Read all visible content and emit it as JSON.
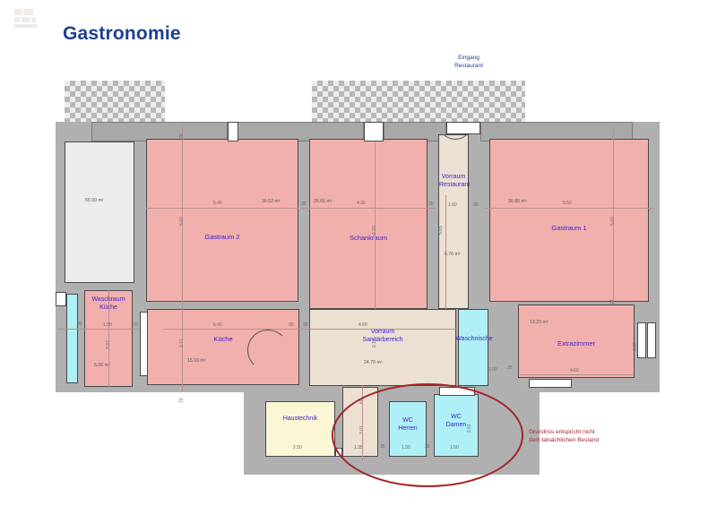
{
  "document": {
    "title": "Gastronomie",
    "logo_alt": "company-logo"
  },
  "plan": {
    "entrance_label_line1": "Eingang",
    "entrance_label_line2": "Restaurant",
    "disclaimer_line1": "Grundriss entspricht nicht",
    "disclaimer_line2": "dem tatsächlichen Bestand",
    "colors": {
      "title_blue": "#1f3f8f",
      "room_label_blue": "#3a1fd0",
      "pink_fill": "#f2b0ad",
      "cyan_fill": "#aef0f5",
      "yellow_fill": "#faf6d6",
      "beige_fill": "#ece0d2",
      "gray_fill": "#ececec",
      "wall_gray": "#b0b0b0",
      "annotation_red": "#a5252a"
    },
    "rooms": [
      {
        "id": "nebenraum",
        "name": "",
        "area": "55.00 m²",
        "fill": "gray"
      },
      {
        "id": "gastraum-2",
        "name": "Gastraum 2",
        "area": "30.52 m²",
        "fill": "pink"
      },
      {
        "id": "schankraum",
        "name": "Schankraum",
        "area": "26.66 m²",
        "fill": "pink"
      },
      {
        "id": "gastraum-1",
        "name": "Gastraum 1",
        "area": "30.80 m²",
        "fill": "pink"
      },
      {
        "id": "vorraum-restaurant",
        "name": "Vorraum\nRestaurant",
        "area": "8.76 m²",
        "fill": "beige"
      },
      {
        "id": "waschraum-kueche",
        "name": "Waschraum\nKüche",
        "area": "5.06 m²",
        "fill": "pink"
      },
      {
        "id": "kueche",
        "name": "Küche",
        "area": "15.10 m²",
        "fill": "pink"
      },
      {
        "id": "vorraum-sanitaer",
        "name": "Vorraum\nSanitärbereich",
        "area": "24.70 m²",
        "fill": "beige"
      },
      {
        "id": "waschnische",
        "name": "Waschnische",
        "area": "",
        "fill": "cyan"
      },
      {
        "id": "extrazimmer",
        "name": "Extrazimmer",
        "area": "13.20 m²",
        "fill": "pink"
      },
      {
        "id": "haustechnik",
        "name": "Haustechnik",
        "area": "",
        "fill": "yellow"
      },
      {
        "id": "wc-herren",
        "name": "WC\nHerren",
        "area": "",
        "fill": "cyan"
      },
      {
        "id": "wc-damen",
        "name": "WC\nDamen",
        "area": "",
        "fill": "cyan"
      }
    ],
    "room_names": {
      "nebenraum": "",
      "gastraum_2": "Gastraum 2",
      "schankraum": "Schankraum",
      "gastraum_1": "Gastraum 1",
      "vorraum_restaurant_1": "Vorraum",
      "vorraum_restaurant_2": "Restaurant",
      "waschraum_kueche_1": "Waschraum",
      "waschraum_kueche_2": "Küche",
      "kueche": "Küche",
      "vorraum_sanitaer_1": "Vorraum",
      "vorraum_sanitaer_2": "Sanitärbereich",
      "waschnische": "Waschnische",
      "extrazimmer": "Extrazimmer",
      "haustechnik": "Haustechnik",
      "wc_herren_1": "WC",
      "wc_herren_2": "Herren",
      "wc_damen_1": "WC",
      "wc_damen_2": "Damen"
    },
    "areas": {
      "nebenraum": "55.00 m²",
      "gastraum_2": "30.52 m²",
      "schankraum": "26.66 m²",
      "gastraum_1": "30.80 m²",
      "vorraum_restaurant": "8.76 m²",
      "waschraum_kueche": "5.06 m²",
      "kueche": "15.10 m²",
      "vorraum_sanitaer": "24.70 m²",
      "extrazimmer": "13.20 m²"
    },
    "dimensions": {
      "top_gastraum2": "70",
      "top_schankraum": "70",
      "gastraum2_width": "5.45",
      "gastraum2_height": "5.60",
      "schankraum_width": "4.30",
      "schankraum_height": "6.20",
      "schankraum_left_mark": "35",
      "schankraum_right_mark": "35",
      "vorraum_rest_width": "1.60",
      "vorraum_rest_height": "5.65",
      "vorraum_rest_right_mark": "35",
      "gastraum1_width": "5.50",
      "gastraum1_height": "5.60",
      "waschraum_width": "1.50",
      "waschraum_height": "3.37",
      "waschraum_left_mark": "30",
      "waschraum_gap": "70",
      "kueche_width": "5.45",
      "kueche_height": "2.77",
      "kueche_right_mark": "35",
      "sanitaer_width": "4.60",
      "sanitaer_height": "2.17",
      "sanitaer_total": "24.70 m²",
      "sanitaer_mid": "35",
      "waschnische_width": "1.00",
      "waschnische_mark": "25",
      "extrazimmer_width": "4.60",
      "extrazimmer_height": "2.87",
      "extrazimmer_mark": "25",
      "haustechnik_width": "2.50",
      "flur_width": "1.35",
      "flur_height": "2.01",
      "flur_top_mark": "60",
      "wc_herren_width": "1.30",
      "wc_herren_mark": "35",
      "wc_damen_width": "1.50",
      "wc_damen_height": "2.01",
      "wc_damen_mark": "35",
      "bottom_left_mark": "70",
      "top_left_mark": "70"
    }
  }
}
